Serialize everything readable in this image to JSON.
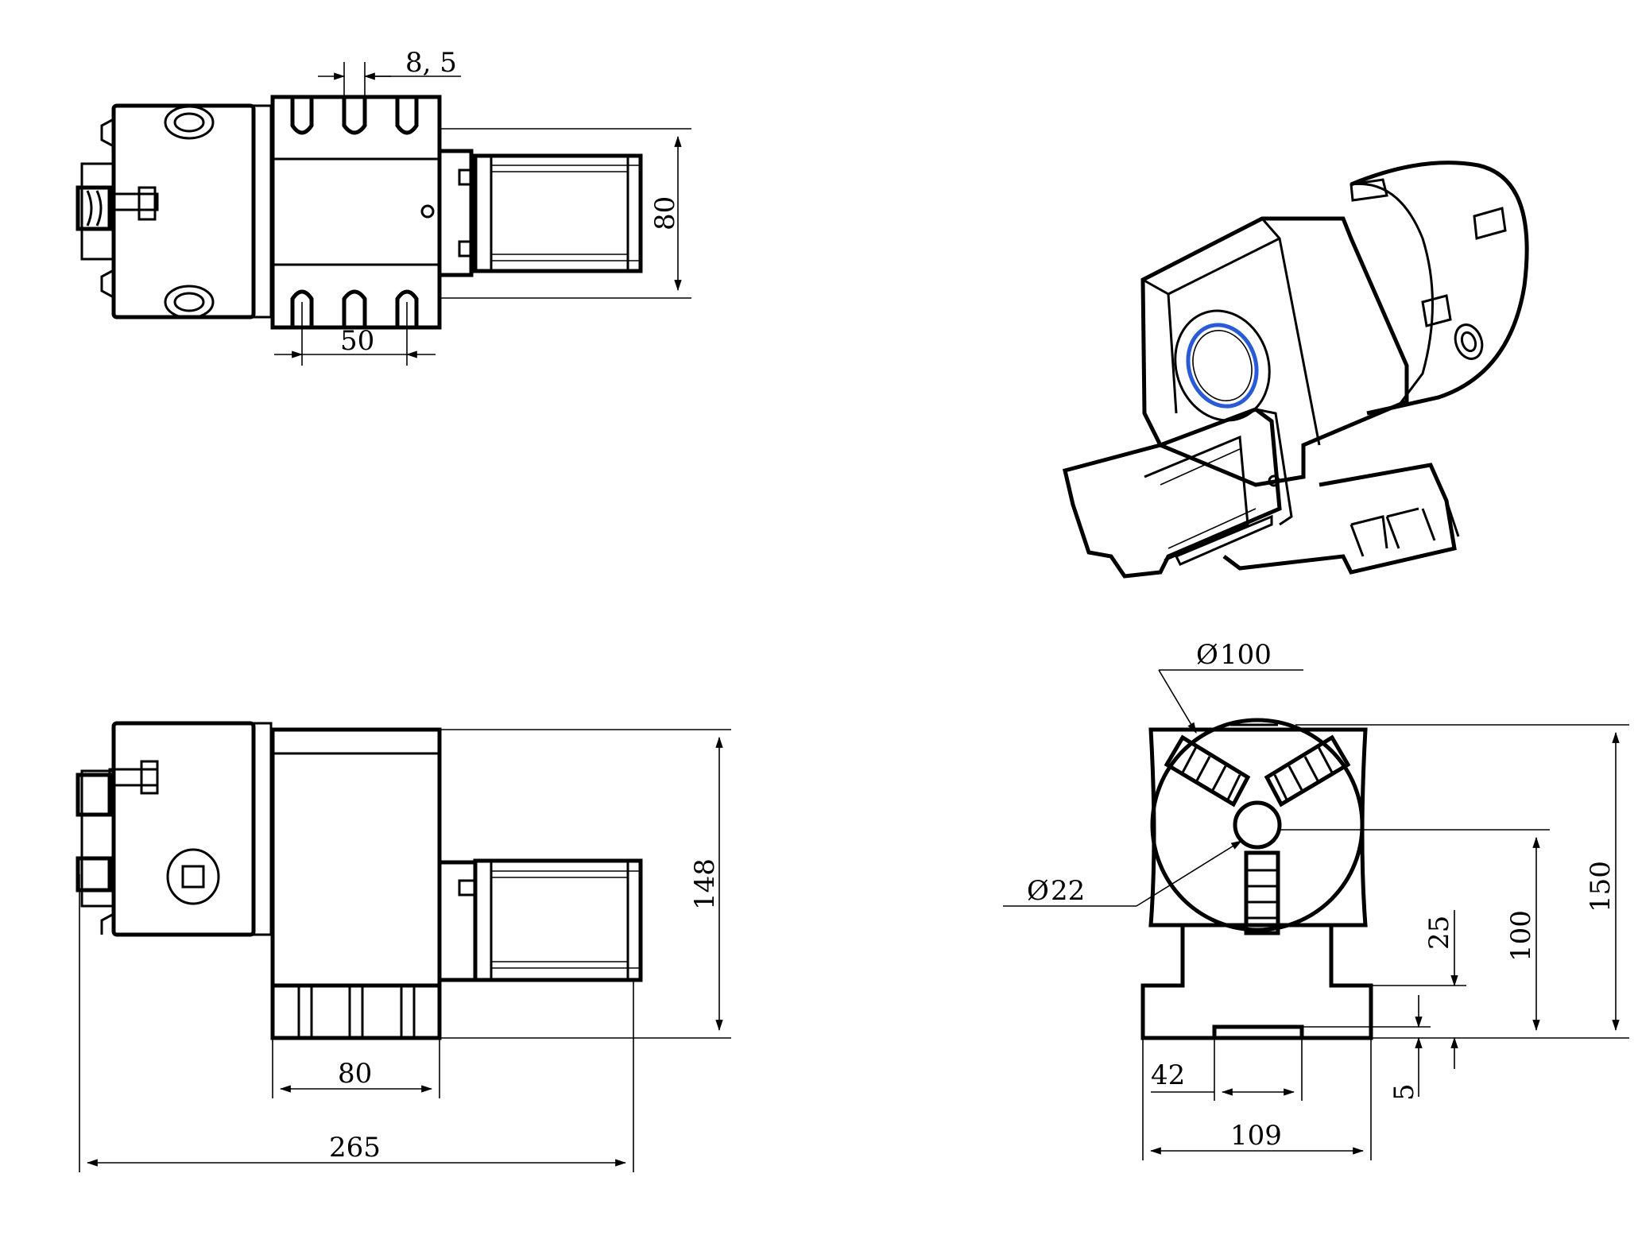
{
  "colors": {
    "line": "#000000",
    "lens_ring": "#2a5bd7",
    "background": "#ffffff"
  },
  "views": {
    "top_view": {
      "dims": {
        "jaw_pitch": "8, 5",
        "slot_spacing": "50",
        "motor_height": "80"
      }
    },
    "front_view": {
      "dims": {
        "base_length": "80",
        "overall_length": "265",
        "overall_height": "148"
      }
    },
    "end_view": {
      "dims": {
        "chuck_dia": "100",
        "bore_dia": "22",
        "total_height": "150",
        "center_height": "100",
        "base_height": "25",
        "base_step": "5",
        "slot_offset": "42",
        "base_width": "109"
      }
    }
  }
}
